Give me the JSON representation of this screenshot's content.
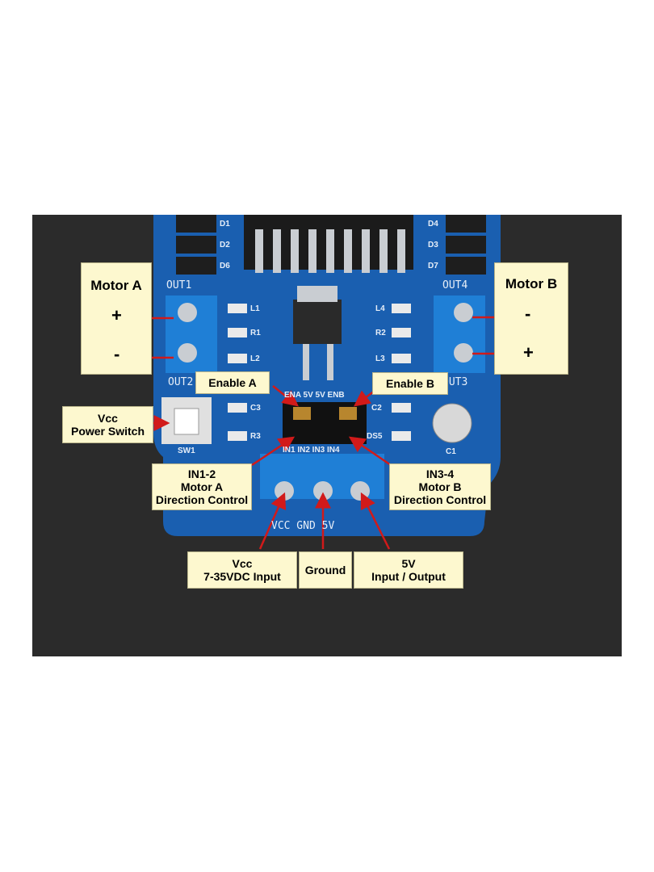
{
  "callouts": {
    "motor_a": {
      "title": "Motor A",
      "plus": "+",
      "minus": "-"
    },
    "motor_b": {
      "title": "Motor B",
      "minus": "-",
      "plus": "+"
    },
    "enable_a": "Enable A",
    "enable_b": "Enable B",
    "power_switch": {
      "line1": "Vcc",
      "line2": "Power Switch"
    },
    "in12": {
      "line1": "IN1-2",
      "line2": "Motor A",
      "line3": "Direction Control"
    },
    "in34": {
      "line1": "IN3-4",
      "line2": "Motor B",
      "line3": "Direction Control"
    },
    "vcc_input": {
      "line1": "Vcc",
      "line2": "7-35VDC Input"
    },
    "ground": "Ground",
    "fivev": {
      "line1": "5V",
      "line2": "Input / Output"
    }
  },
  "board_labels": {
    "out1": "OUT1",
    "out2": "OUT2",
    "out3": "OUT3",
    "out4": "OUT4",
    "d1": "D1",
    "d2": "D2",
    "d6": "D6",
    "d4": "D4",
    "d3": "D3",
    "d7": "D7",
    "l1": "L1",
    "r1": "R1",
    "l2": "L2",
    "l4": "L4",
    "r2": "R2",
    "l3": "L3",
    "c3": "C3",
    "r3": "R3",
    "c2": "C2",
    "ds5": "DS5",
    "c1": "C1",
    "sw1": "SW1",
    "header_top": "ENA 5V 5V ENB",
    "header_bottom": "IN1 IN2 IN3 IN4",
    "terminal": "VCC GND 5V"
  },
  "colors": {
    "pcb": "#1a5fb0",
    "terminal": "#1f7fd6",
    "callout_bg": "#fdf8cf",
    "arrow": "#d11a1a",
    "background": "#2b2b2b"
  }
}
